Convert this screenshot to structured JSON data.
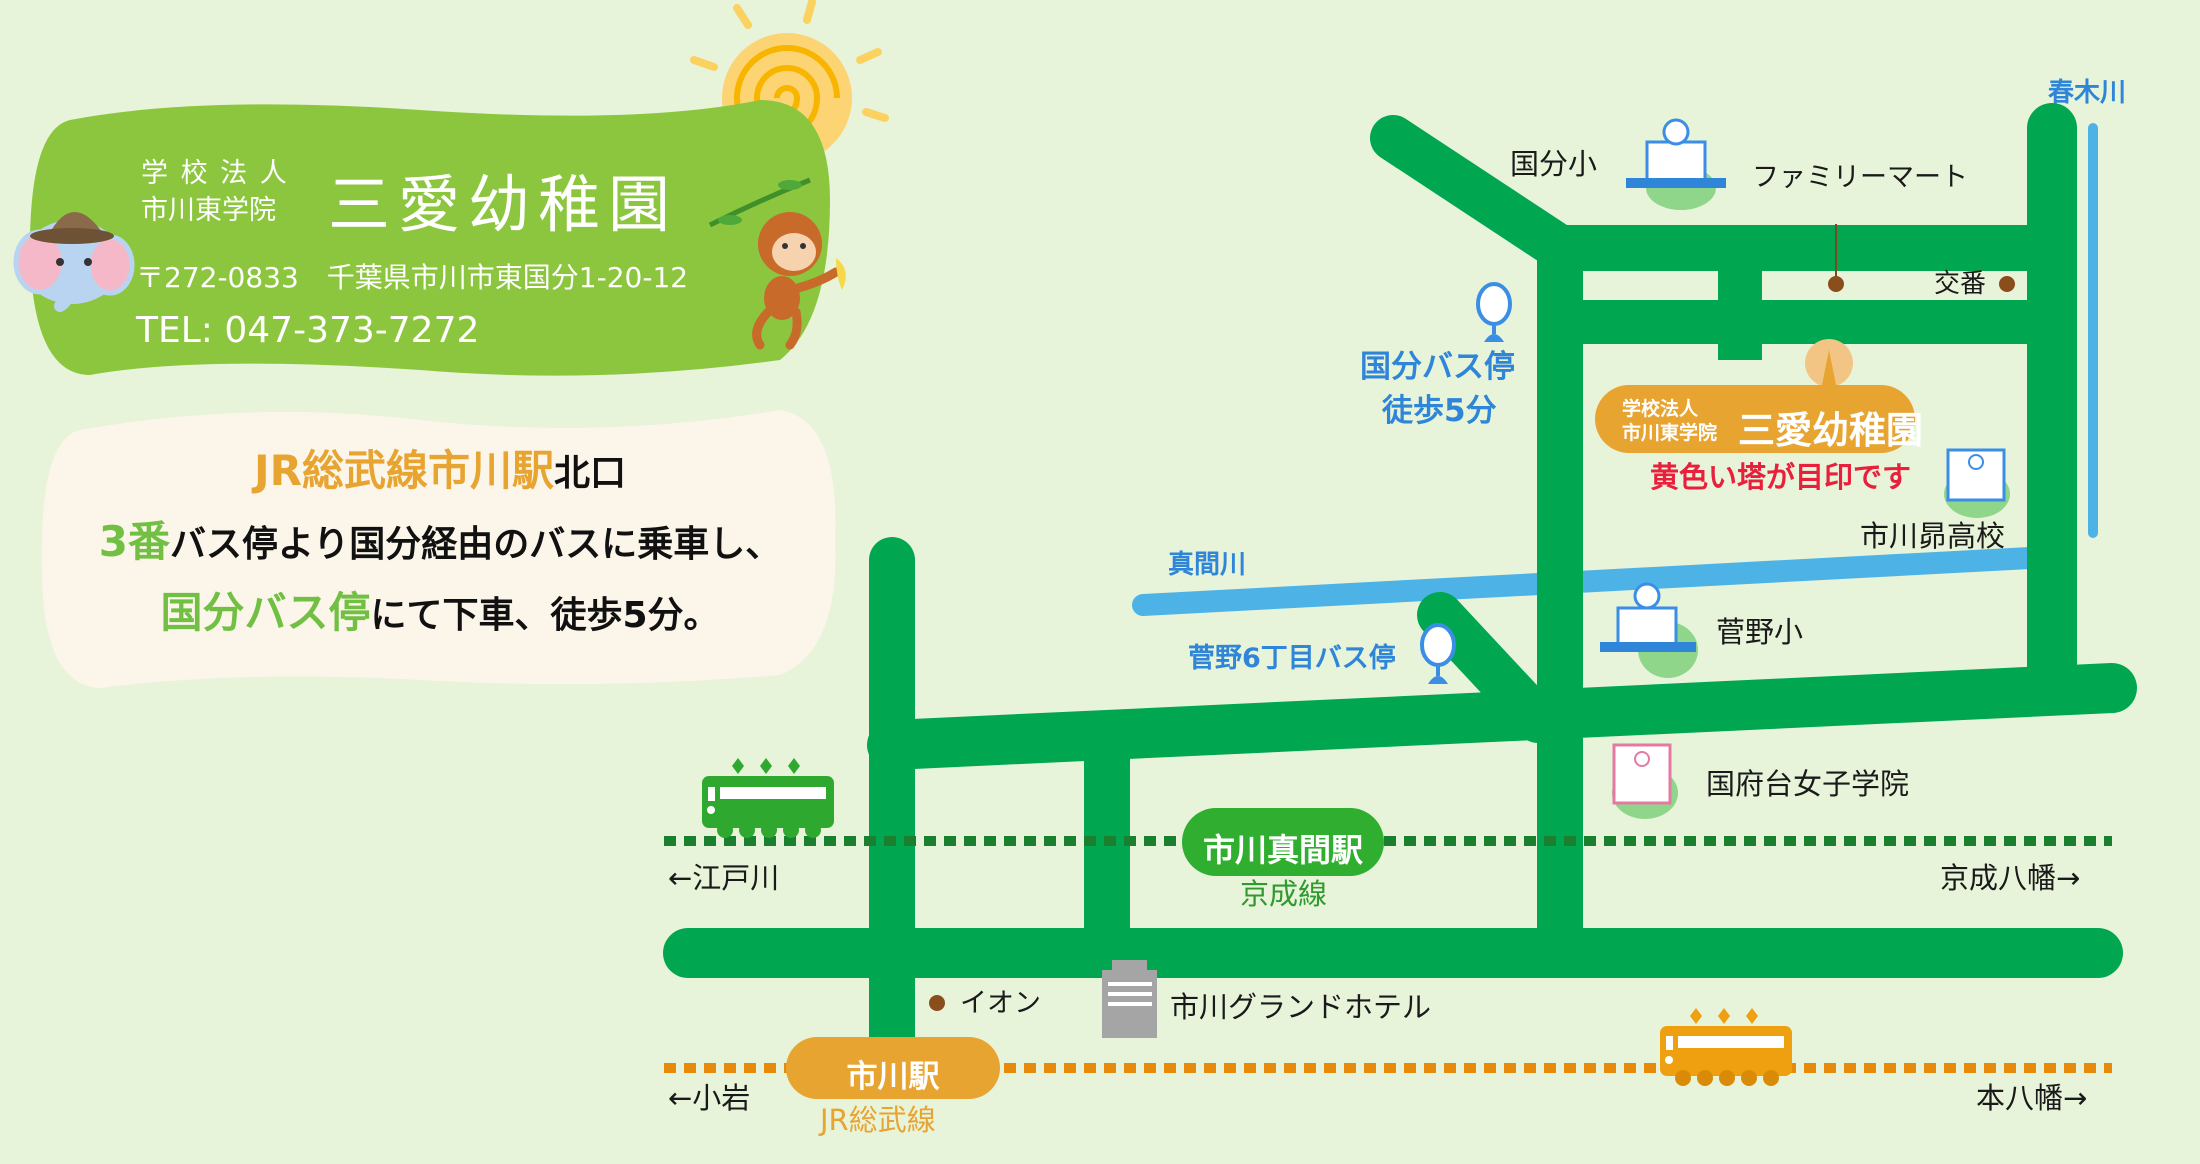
{
  "header": {
    "org_line1": "学 校 法 人",
    "org_line2": "市川東学院",
    "name": "三愛幼稚園",
    "address": "〒272-0833　千葉県市川市東国分1-20-12",
    "tel": "TEL: 047-373-7272"
  },
  "directions": {
    "line1": {
      "highlight": "JR総武線市川駅",
      "rest": "北口"
    },
    "line2": {
      "highlight": "3番",
      "rest": "バス停より国分経由のバスに乗車し、"
    },
    "line3": {
      "highlight": "国分バス停",
      "rest": "にて下車、徒歩5分。"
    }
  },
  "map": {
    "destination": {
      "org_line1": "学校法人",
      "org_line2": "市川東学院",
      "name": "三愛幼稚園",
      "note": "黄色い塔が目印です"
    },
    "landmarks": {
      "kokubun_school": "国分小",
      "familymart": "ファミリーマート",
      "police_box": "交番",
      "sugano_school": "菅野小",
      "subaru_high": "市川昴高校",
      "kohnodai_girls": "国府台女子学院",
      "aeon": "イオン",
      "grand_hotel": "市川グランドホテル"
    },
    "bus_stops": {
      "kokubun": {
        "name": "国分バス停",
        "walk": "徒歩5分"
      },
      "sugano6": {
        "name": "菅野6丁目バス停"
      }
    },
    "rivers": {
      "haruki": "春木川",
      "mama": "真間川"
    },
    "rail": {
      "keisei": {
        "station": "市川真間駅",
        "line": "京成線",
        "west": "←江戸川",
        "east": "京成八幡→"
      },
      "jr": {
        "station": "市川駅",
        "line": "JR総武線",
        "west": "←小岩",
        "east": "本八幡→"
      }
    },
    "colors": {
      "background": "#e8f4da",
      "road": "#00a650",
      "river": "#4db3e6",
      "keisei": "#1a7f2e",
      "jr": "#e78a0a",
      "destination": "#e8a431",
      "accent_red": "#e8203c",
      "header_green": "#8cc63f"
    }
  }
}
